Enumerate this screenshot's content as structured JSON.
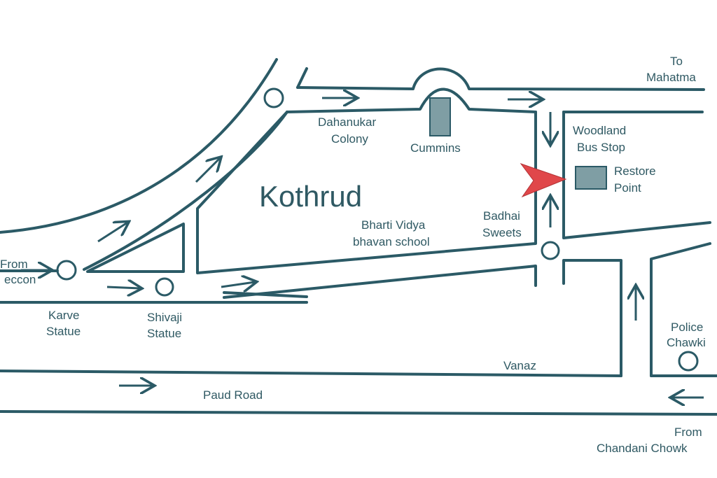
{
  "map": {
    "area_label": "Kothrud",
    "road_color": "#2b5a66",
    "building_fill": "#7f9ea4",
    "marker_color": "#e0474a",
    "landmarks": {
      "dahanukar_line1": "Dahanukar",
      "dahanukar_line2": "Colony",
      "cummins": "Cummins",
      "woodland_line1": "Woodland",
      "woodland_line2": "Bus Stop",
      "restore_line1": "Restore",
      "restore_line2": "Point",
      "badhai_line1": "Badhai",
      "badhai_line2": "Sweets",
      "bharti_line1": "Bharti Vidya",
      "bharti_line2": "bhavan school",
      "karve_line1": "Karve",
      "karve_line2": "Statue",
      "shivaji_line1": "Shivaji",
      "shivaji_line2": "Statue",
      "police_line1": "Police",
      "police_line2": "Chawki"
    },
    "roads": {
      "to_mahatma_line1": "To",
      "to_mahatma_line2": "Mahatma",
      "from_deccon_line1": "From",
      "from_deccon_line2": "eccon",
      "vanaz": "Vanaz",
      "paud_road": "Paud Road",
      "from_chandani_line1": "From",
      "from_chandani_line2": "Chandani Chowk"
    }
  }
}
